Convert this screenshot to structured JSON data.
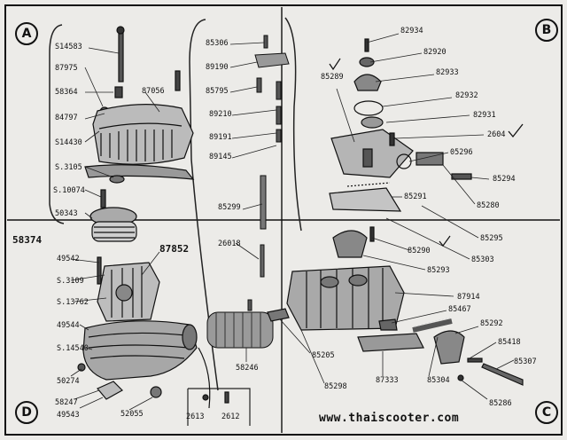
{
  "quadrants": [
    "A",
    "B",
    "C",
    "D"
  ],
  "group_label": "58374",
  "website": "www.thaiscooter.com",
  "part_numbers": {
    "p14583": "S14583",
    "p87975": "87975",
    "p58364": "58364",
    "p87056": "87056",
    "p84797": "84797",
    "p14430": "S14430",
    "p3105": "S.3105",
    "p10074": "S.10074",
    "p50343": "50343",
    "p87852": "87852",
    "p49542": "49542",
    "p3109": "S.3109",
    "p13762": "S.13762",
    "p49544": "49544",
    "p14540": "S.14540",
    "p50274": "50274",
    "p58247": "58247",
    "p49543": "49543",
    "p52055": "52055",
    "p2613": "2613",
    "p2612": "2612",
    "p85306": "85306",
    "p89190": "89190",
    "p85795": "85795",
    "p89210": "89210",
    "p89191": "89191",
    "p89145": "89145",
    "p85299": "85299",
    "p26018": "26018",
    "p58246": "58246",
    "p82934": "82934",
    "p82920": "82920",
    "p85289": "85289",
    "p82933": "82933",
    "p82932": "82932",
    "p82931": "82931",
    "p2604": "2604",
    "p05296": "05296",
    "p85294": "85294",
    "p85291": "85291",
    "p85280": "85280",
    "p85290": "85290",
    "p85295": "85295",
    "p85293": "85293",
    "p85303": "85303",
    "p87914": "87914",
    "p85467": "85467",
    "p85292": "85292",
    "p85418": "85418",
    "p85307": "85307",
    "p85205": "85205",
    "p85298": "85298",
    "p87333": "87333",
    "p85304": "85304",
    "p85286": "85286"
  }
}
